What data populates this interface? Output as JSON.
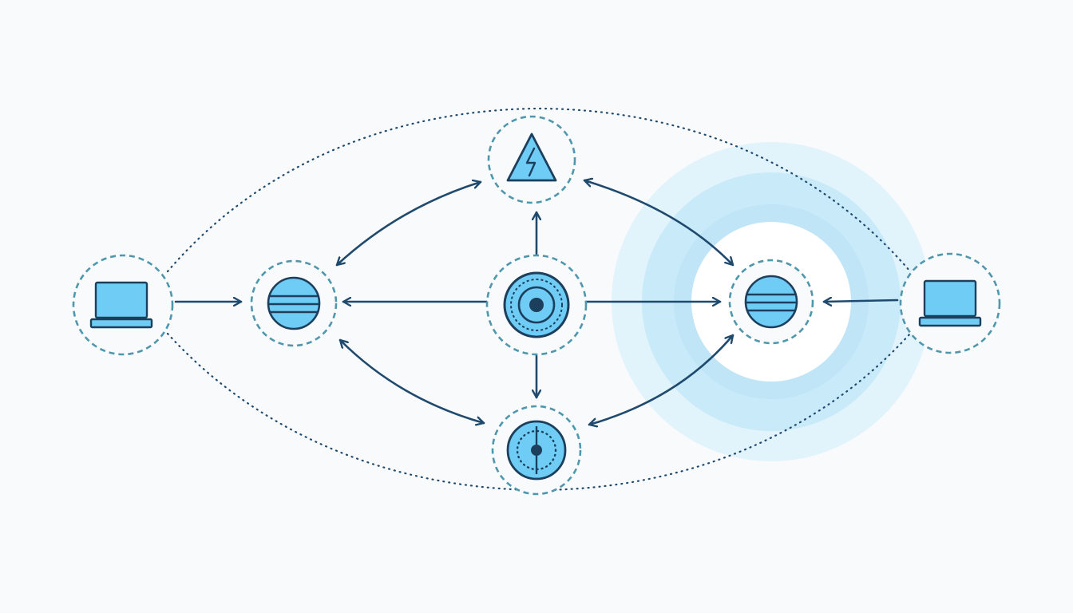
{
  "theme": {
    "background": "#f8fafb",
    "line": "#1f4a6e",
    "node_ring": "#4f97ad",
    "icon_fill": "#6fcdf5",
    "icon_stroke": "#1d3f5e",
    "halo": "#8fd2f0",
    "dotted_boundary": "#1f4a6e"
  },
  "nodes": [
    {
      "id": "client-left",
      "icon": "laptop-icon"
    },
    {
      "id": "server-left",
      "icon": "striped-disk-icon"
    },
    {
      "id": "hub-center",
      "icon": "gear-disk-icon"
    },
    {
      "id": "alert-top",
      "icon": "warning-lightning-icon"
    },
    {
      "id": "dial-bottom",
      "icon": "dial-icon"
    },
    {
      "id": "server-right",
      "icon": "striped-disk-icon"
    },
    {
      "id": "client-right",
      "icon": "laptop-icon"
    }
  ],
  "edges": [
    {
      "from": "client-left",
      "to": "server-left",
      "direction": "forward"
    },
    {
      "from": "hub-center",
      "to": "server-left",
      "direction": "forward"
    },
    {
      "from": "hub-center",
      "to": "server-right",
      "direction": "forward"
    },
    {
      "from": "client-right",
      "to": "server-right",
      "direction": "forward"
    },
    {
      "from": "hub-center",
      "to": "alert-top",
      "direction": "forward"
    },
    {
      "from": "hub-center",
      "to": "dial-bottom",
      "direction": "forward"
    },
    {
      "from": "server-left",
      "to": "alert-top",
      "direction": "both"
    },
    {
      "from": "alert-top",
      "to": "server-right",
      "direction": "both"
    },
    {
      "from": "server-left",
      "to": "dial-bottom",
      "direction": "both"
    },
    {
      "from": "dial-bottom",
      "to": "server-right",
      "direction": "both"
    }
  ],
  "highlight": {
    "node": "server-right",
    "style": "concentric-halo"
  },
  "boundary": {
    "style": "dotted-lens"
  }
}
